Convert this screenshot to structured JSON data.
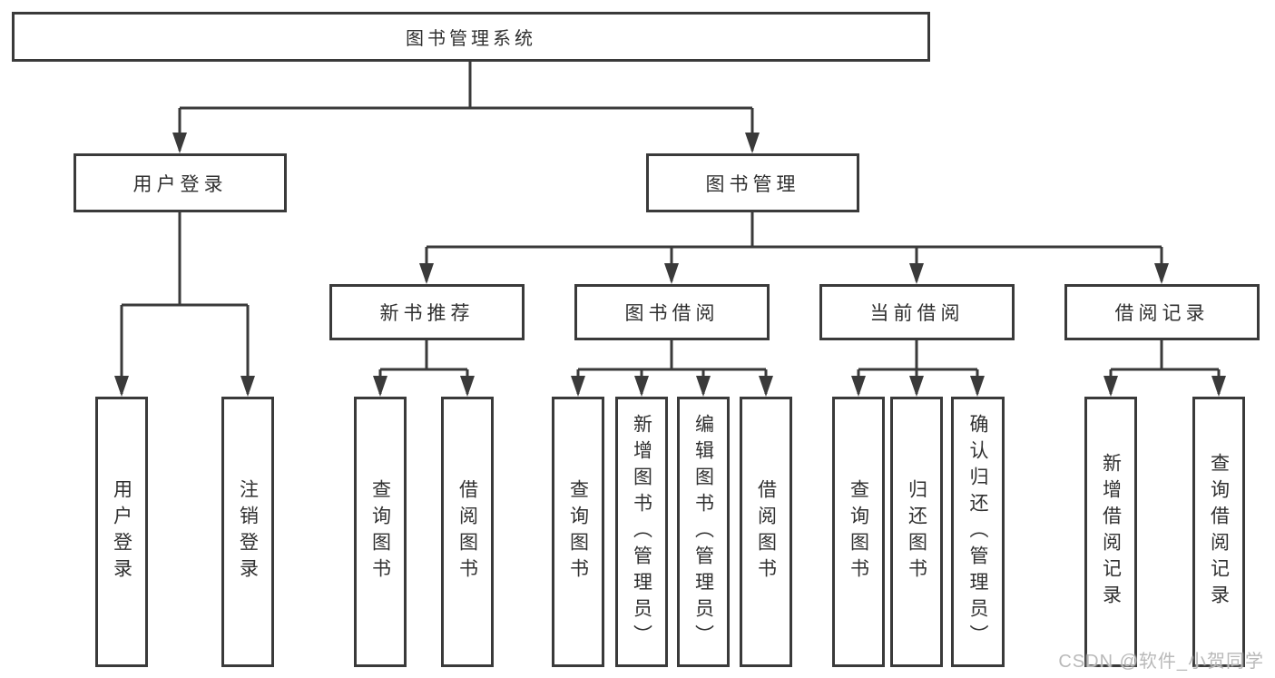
{
  "diagram": {
    "root": {
      "label": "图书管理系统"
    },
    "branches": [
      {
        "label": "用户登录",
        "children": [
          {
            "label": "用户登录"
          },
          {
            "label": "注销登录"
          }
        ]
      },
      {
        "label": "图书管理",
        "children": [
          {
            "label": "新书推荐",
            "children": [
              {
                "label": "查询图书"
              },
              {
                "label": "借阅图书"
              }
            ]
          },
          {
            "label": "图书借阅",
            "children": [
              {
                "label": "查询图书"
              },
              {
                "label": "新增图书（管理员）"
              },
              {
                "label": "编辑图书（管理员）"
              },
              {
                "label": "借阅图书"
              }
            ]
          },
          {
            "label": "当前借阅",
            "children": [
              {
                "label": "查询图书"
              },
              {
                "label": "归还图书"
              },
              {
                "label": "确认归还（管理员）"
              }
            ]
          },
          {
            "label": "借阅记录",
            "children": [
              {
                "label": "新增借阅记录"
              },
              {
                "label": "查询借阅记录"
              }
            ]
          }
        ]
      }
    ]
  },
  "watermark": {
    "text": "CSDN @软件_小贺同学"
  },
  "colors": {
    "line": "#3a3a3a",
    "box_border": "#3a3a3a",
    "text": "#303030",
    "background": "#ffffff",
    "watermark": "#b9b9b9"
  }
}
